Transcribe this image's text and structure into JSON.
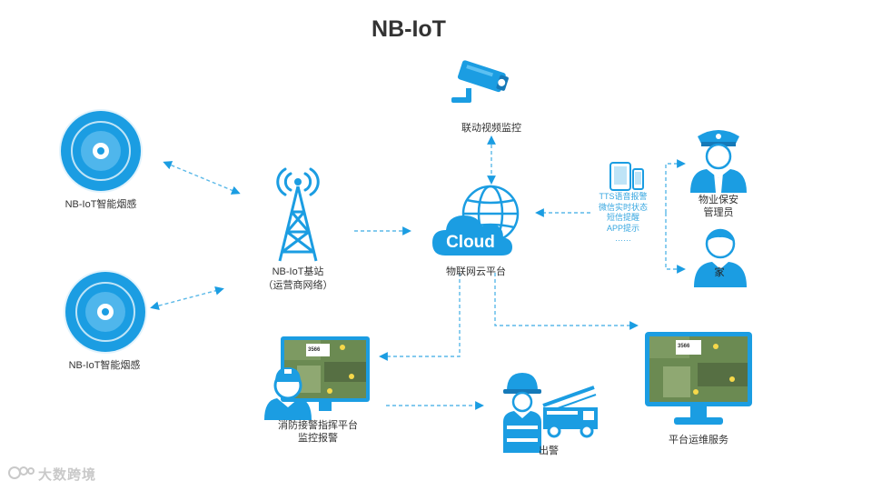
{
  "title": "NB-IoT",
  "nodes": {
    "smoke_1": "NB-IoT智能烟感",
    "smoke_2": "NB-IoT智能烟感",
    "base_station_line1": "NB-IoT基站",
    "base_station_line2": "（运营商网络）",
    "video": "联动视频监控",
    "cloud_text": "Cloud",
    "cloud_platform": "物联网云平台",
    "security_line1": "物业保安",
    "security_line2": "管理员",
    "home": "家",
    "fire_center_line1": "消防接警指挥平台",
    "fire_center_line2": "监控报警",
    "dispatch": "出警",
    "ops": "平台运维服务"
  },
  "notifications": [
    "TTS语音报警",
    "微信实时状态",
    "短信提醒",
    "APP提示",
    "……"
  ],
  "screen_badge": "3566",
  "watermark": "大数跨境",
  "colors": {
    "accent": "#1b9de2",
    "dash": "#5bb9e8",
    "light": "#bfe4f7"
  },
  "icons": [
    "smoke-detector-icon",
    "cell-tower-icon",
    "cctv-camera-icon",
    "cloud-globe-icon",
    "tablet-phone-icon",
    "security-guard-icon",
    "person-icon",
    "dispatcher-monitor-icon",
    "firefighter-truck-icon",
    "map-monitor-icon",
    "watermark-logo-icon"
  ]
}
